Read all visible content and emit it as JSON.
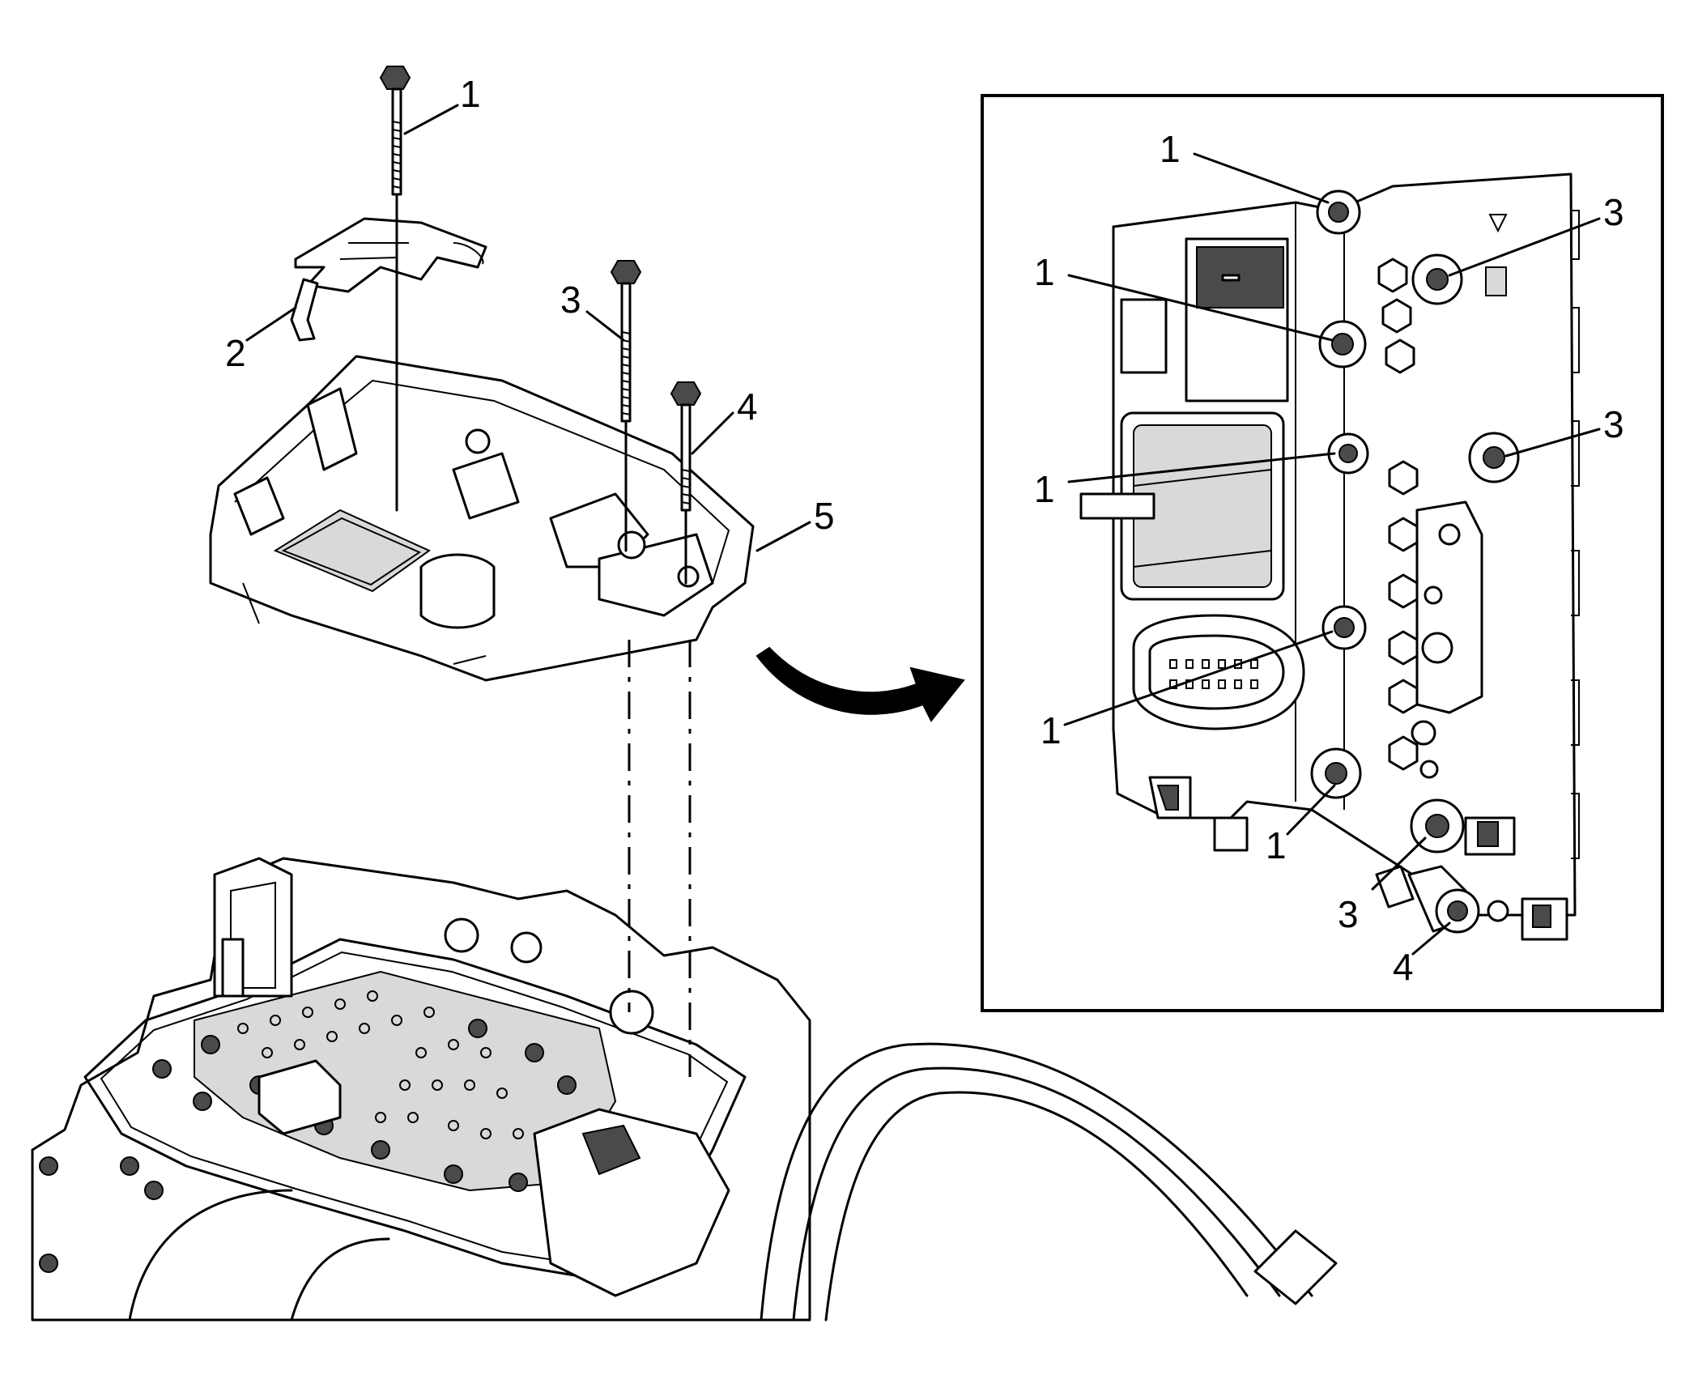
{
  "main_view": {
    "callouts": [
      {
        "id": "bolt-1",
        "text": "1"
      },
      {
        "id": "bracket-2",
        "text": "2"
      },
      {
        "id": "bolt-3",
        "text": "3"
      },
      {
        "id": "bolt-4",
        "text": "4"
      },
      {
        "id": "control-module-5",
        "text": "5"
      }
    ]
  },
  "detail_view": {
    "callouts": [
      {
        "id": "d-bolt-1a",
        "text": "1"
      },
      {
        "id": "d-bolt-1b",
        "text": "1"
      },
      {
        "id": "d-bolt-1c",
        "text": "1"
      },
      {
        "id": "d-bolt-1d",
        "text": "1"
      },
      {
        "id": "d-bolt-1e",
        "text": "1"
      },
      {
        "id": "d-bolt-3a",
        "text": "3"
      },
      {
        "id": "d-bolt-3b",
        "text": "3"
      },
      {
        "id": "d-bolt-3c",
        "text": "3"
      },
      {
        "id": "d-bolt-4",
        "text": "4"
      }
    ]
  },
  "icons": {
    "arrow": "curved-arrow-icon",
    "bolt": "bolt-icon"
  }
}
